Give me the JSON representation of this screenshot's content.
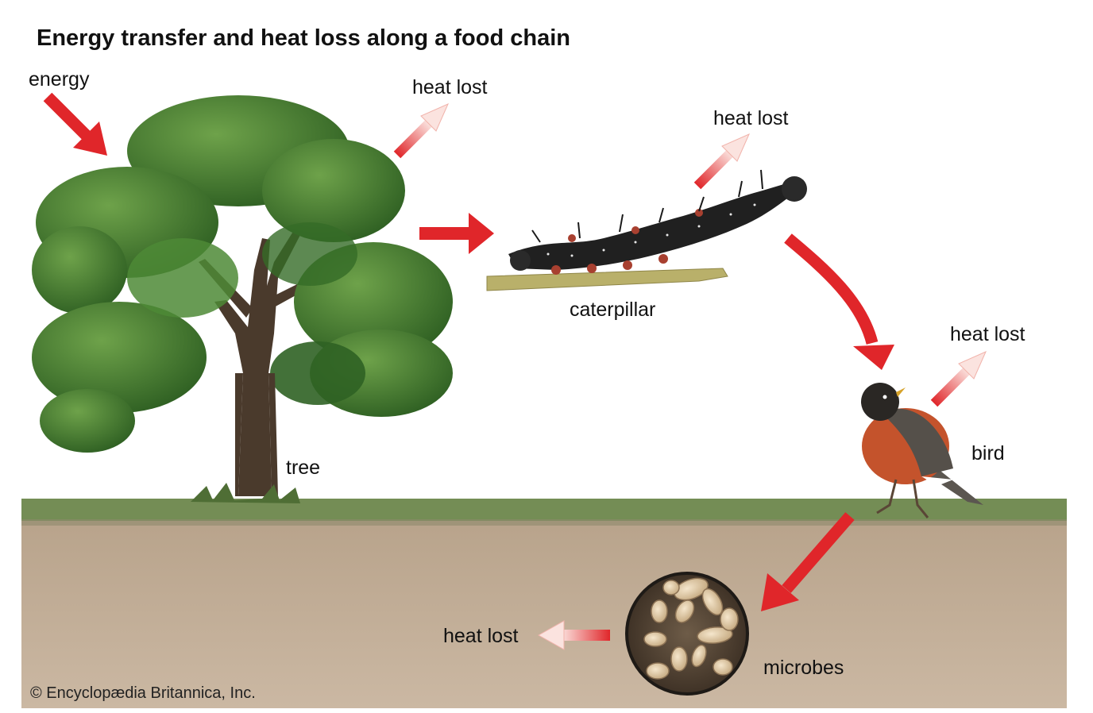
{
  "title": "Energy transfer and heat loss along a food chain",
  "labels": {
    "energy": "energy",
    "heat_lost_tree": "heat lost",
    "heat_lost_caterpillar": "heat lost",
    "heat_lost_bird": "heat lost",
    "heat_lost_microbes": "heat lost",
    "tree": "tree",
    "caterpillar": "caterpillar",
    "bird": "bird",
    "microbes": "microbes"
  },
  "credit": "© Encyclopædia Britannica, Inc.",
  "colors": {
    "arrow_red": "#e0262a",
    "heat_arrow_light": "#f7c9c4",
    "soil": "#c2ad96",
    "grass": "#6f8a50",
    "foliage": "#3f7a2c",
    "trunk": "#4a3a2c",
    "microbe_cell": "#e9d5b5",
    "microbe_bg": "#5a4a3a"
  }
}
